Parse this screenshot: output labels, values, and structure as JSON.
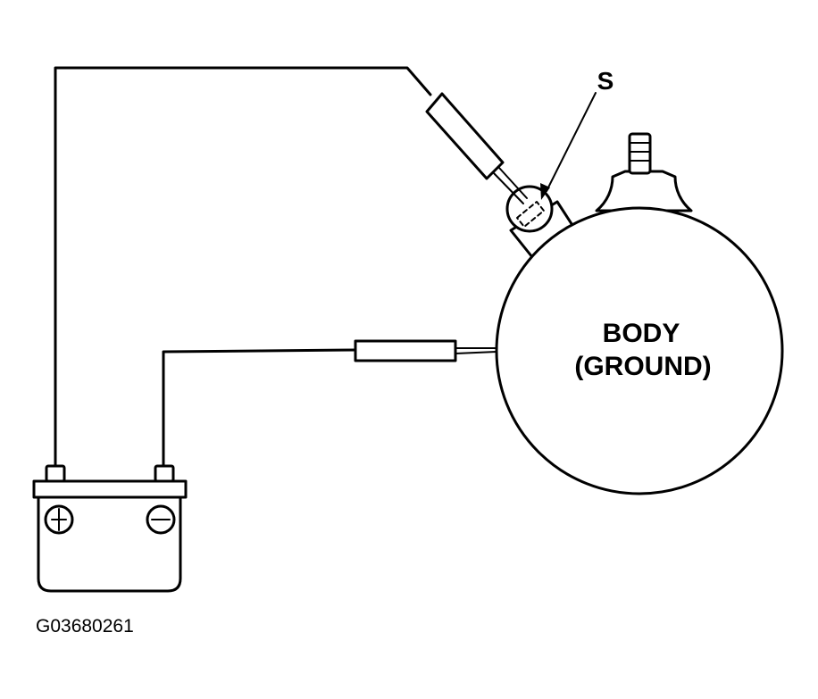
{
  "callout_label": "S",
  "body_label_line1": "BODY",
  "body_label_line2": "(GROUND)",
  "figure_code": "G03680261",
  "battery_terminals": [
    "positive",
    "negative"
  ]
}
